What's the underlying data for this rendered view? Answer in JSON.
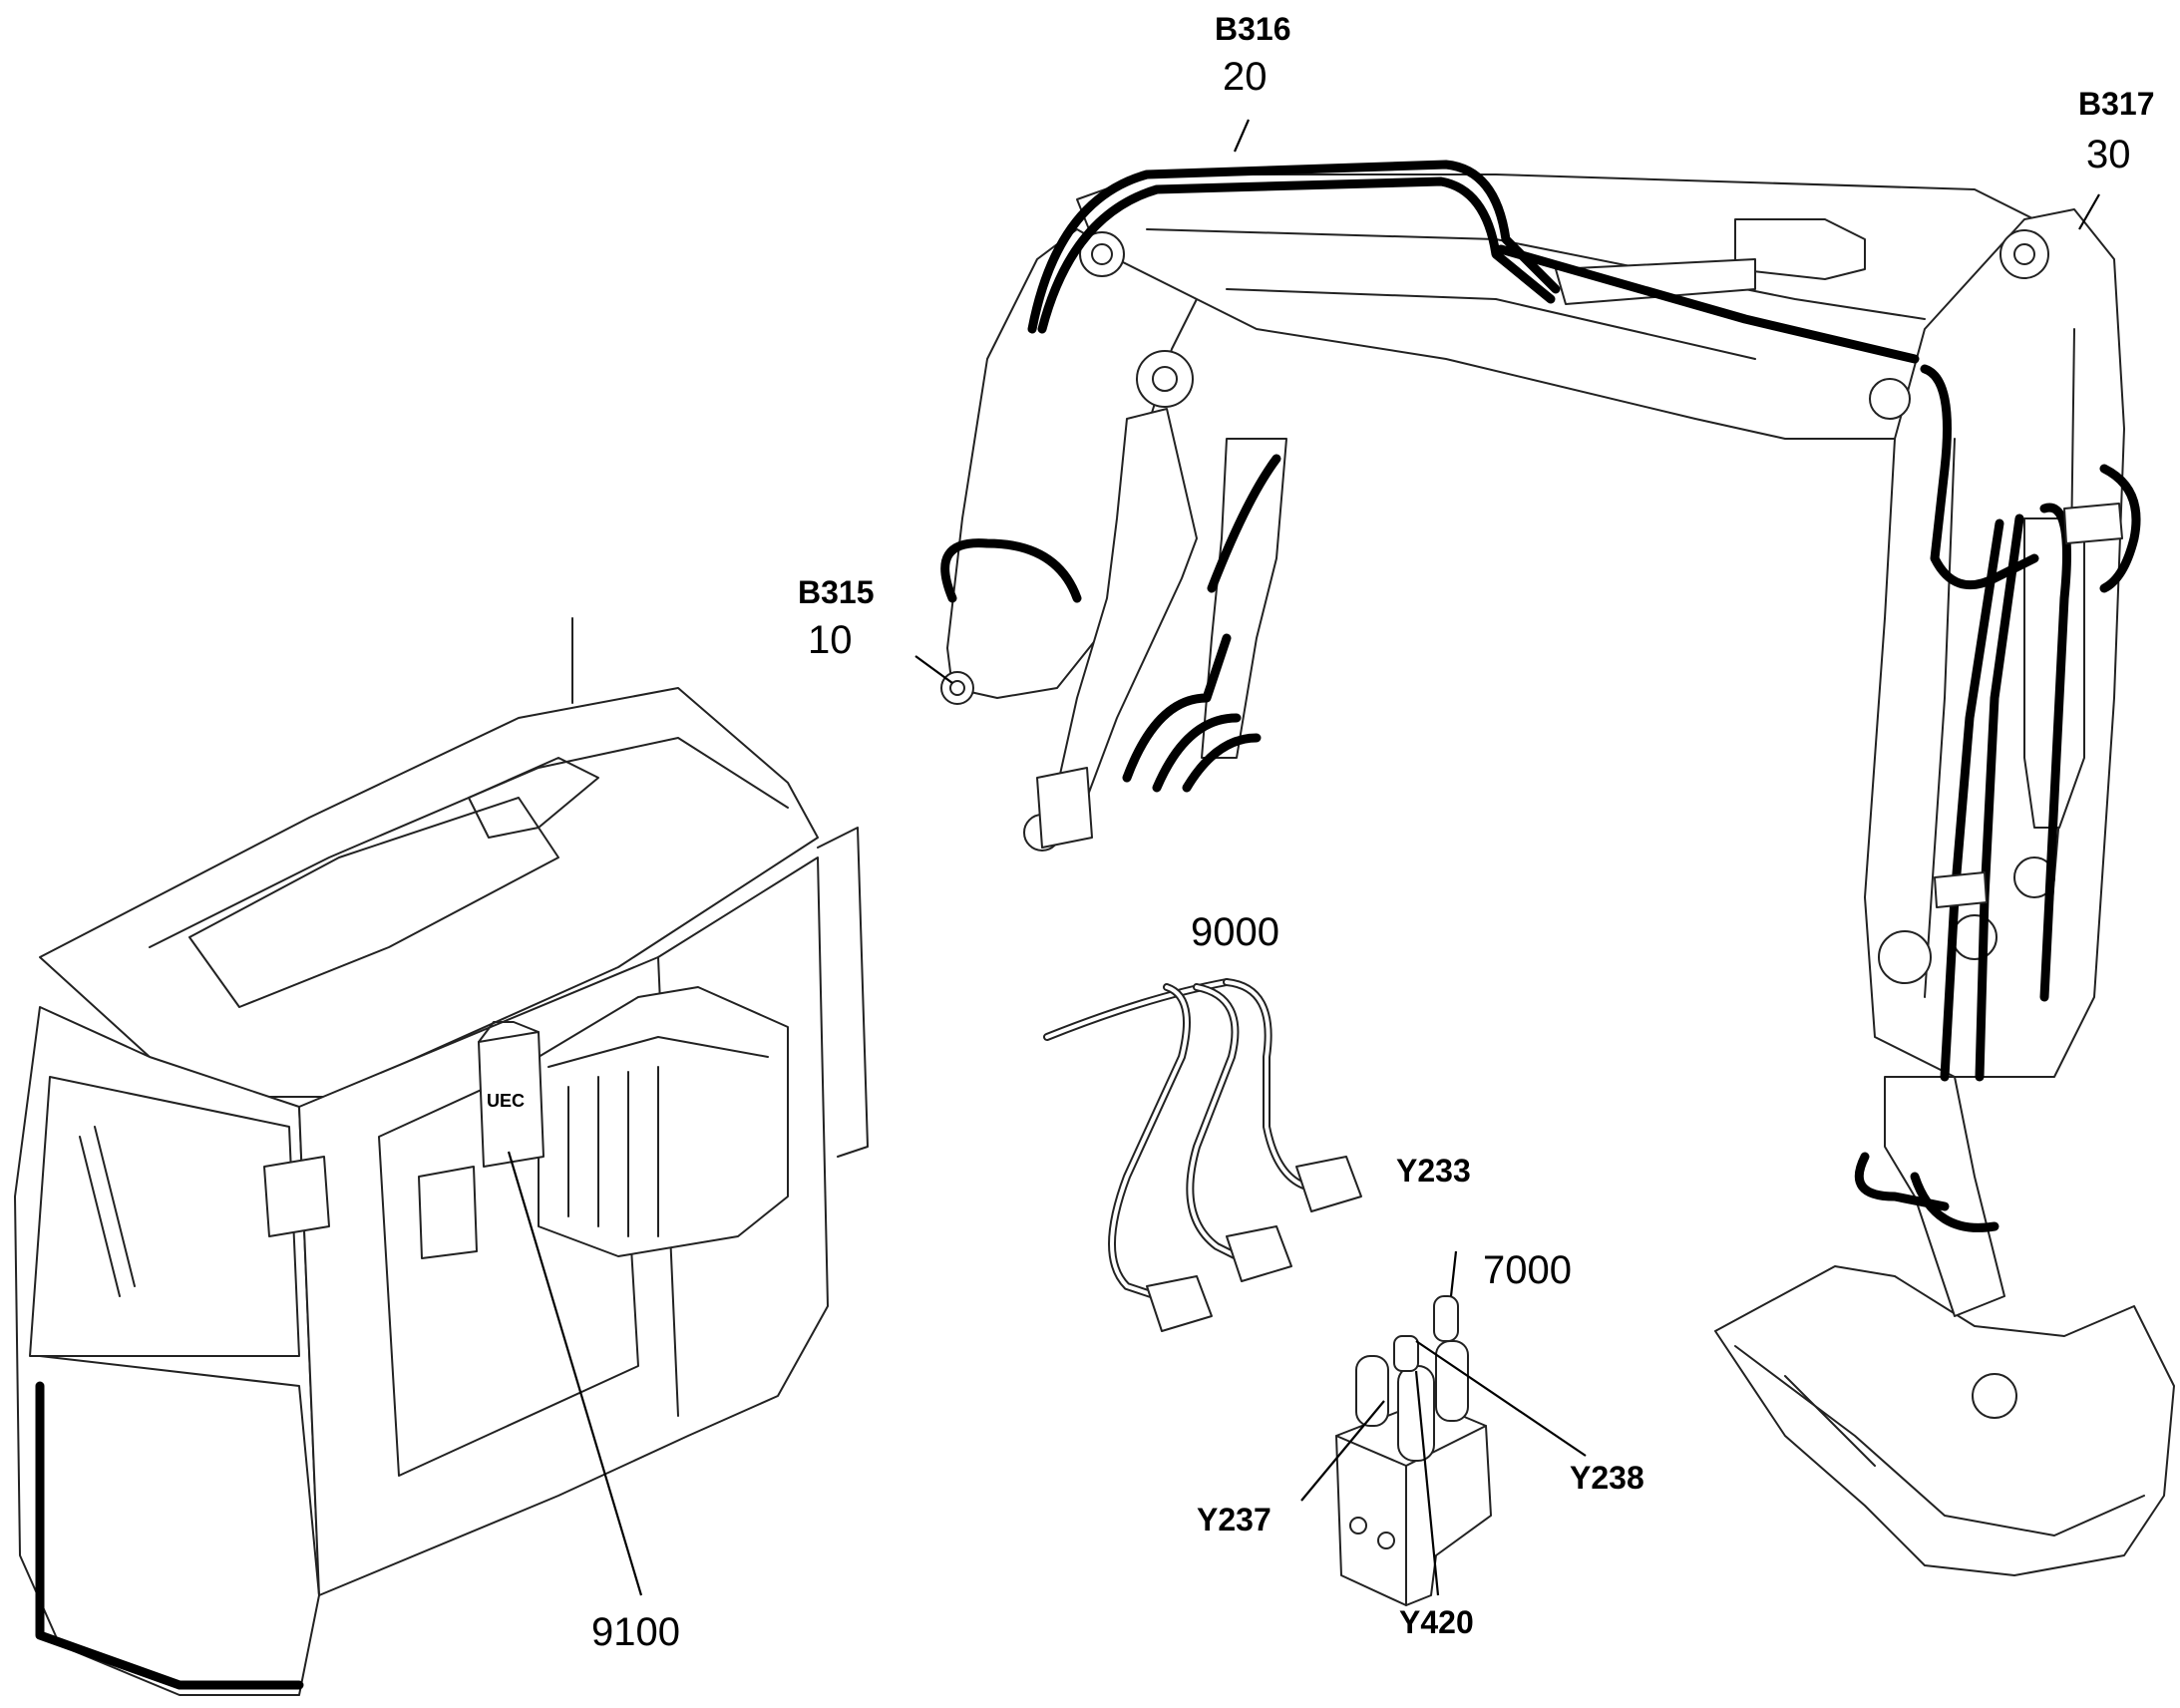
{
  "labels": {
    "b315_code": "B315",
    "b315_num": "10",
    "b316_code": "B316",
    "b316_num": "20",
    "b317_code": "B317",
    "b317_num": "30",
    "harness_num": "9000",
    "uec_num": "9100",
    "uec_text": "UEC",
    "valve_num": "7000",
    "y233": "Y233",
    "y237": "Y237",
    "y238": "Y238",
    "y420": "Y420"
  },
  "colors": {
    "line": "#222222",
    "hose": "#000000",
    "background": "#ffffff"
  }
}
